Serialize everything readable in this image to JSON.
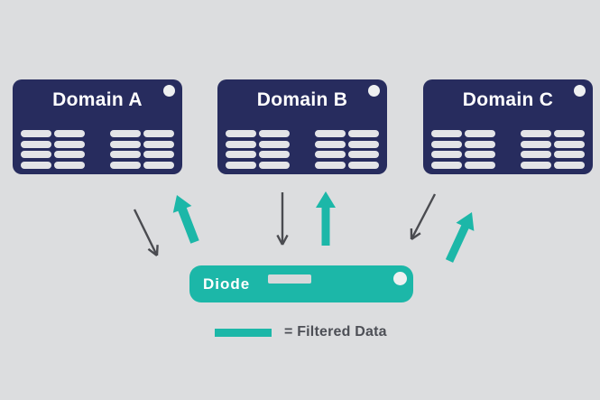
{
  "colors": {
    "background": "#dcdddf",
    "navy": "#272c5e",
    "teal": "#1cb7a8",
    "arrow_gray": "#4a4b50",
    "bar_light": "#e3e4e7",
    "chip_white": "#eef0f1",
    "diode_bar": "#d7d8da",
    "text_dark": "#4d4f56",
    "text_white": "#ffffff"
  },
  "domains": [
    {
      "label": "Domain A"
    },
    {
      "label": "Domain B"
    },
    {
      "label": "Domain C"
    }
  ],
  "diode": {
    "label": "Diode"
  },
  "legend": {
    "label": "= Filtered Data"
  },
  "arrows": [
    {
      "domain": "Domain A",
      "down": "gray-thin-arrow",
      "up": "teal-filtered-arrow"
    },
    {
      "domain": "Domain B",
      "down": "gray-thin-arrow",
      "up": "teal-filtered-arrow"
    },
    {
      "domain": "Domain C",
      "down": "gray-thin-arrow",
      "up": "teal-filtered-arrow"
    }
  ]
}
